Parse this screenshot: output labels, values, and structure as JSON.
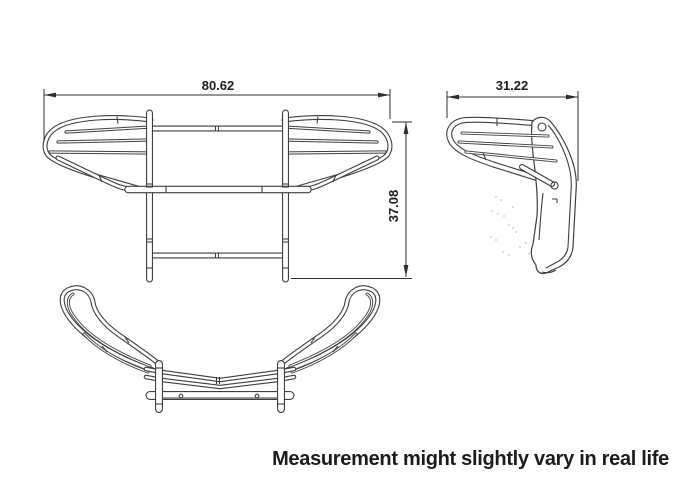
{
  "dimensions": {
    "front_width": "80.62",
    "front_height": "37.08",
    "side_depth": "31.22"
  },
  "caption": "Measurement might slightly vary in real life",
  "colors": {
    "line": "#3e3e3e",
    "dimension": "#2e2e2e",
    "text": "#1c1c1c",
    "background": "#ffffff"
  }
}
